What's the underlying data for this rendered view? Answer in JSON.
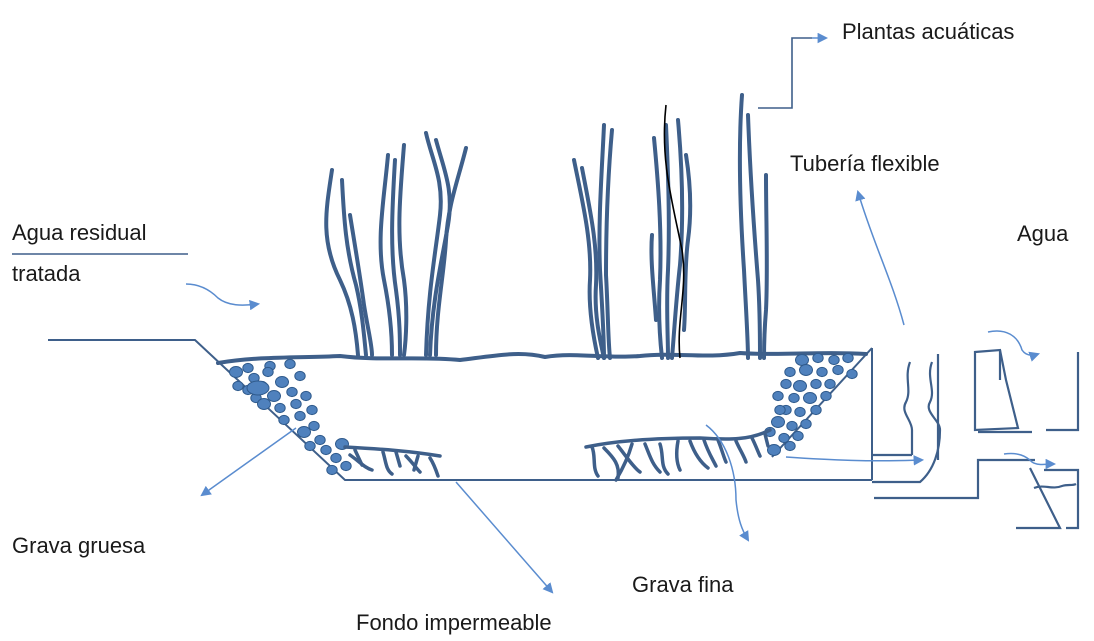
{
  "labels": {
    "plantas": "Plantas acuáticas",
    "tuberia": "Tubería flexible",
    "agua_residual_line1": "Agua residual",
    "agua_residual_line2": "tratada",
    "agua": "Agua",
    "grava_gruesa": "Grava gruesa",
    "grava_fina": "Grava fina",
    "fondo": "Fondo impermeable"
  },
  "colors": {
    "stroke": "#3e5f8a",
    "arrow": "#5a8ccf",
    "gravel_fill": "#4f81bd",
    "gravel_stroke": "#2f5a8c",
    "black_stem": "#000000"
  }
}
